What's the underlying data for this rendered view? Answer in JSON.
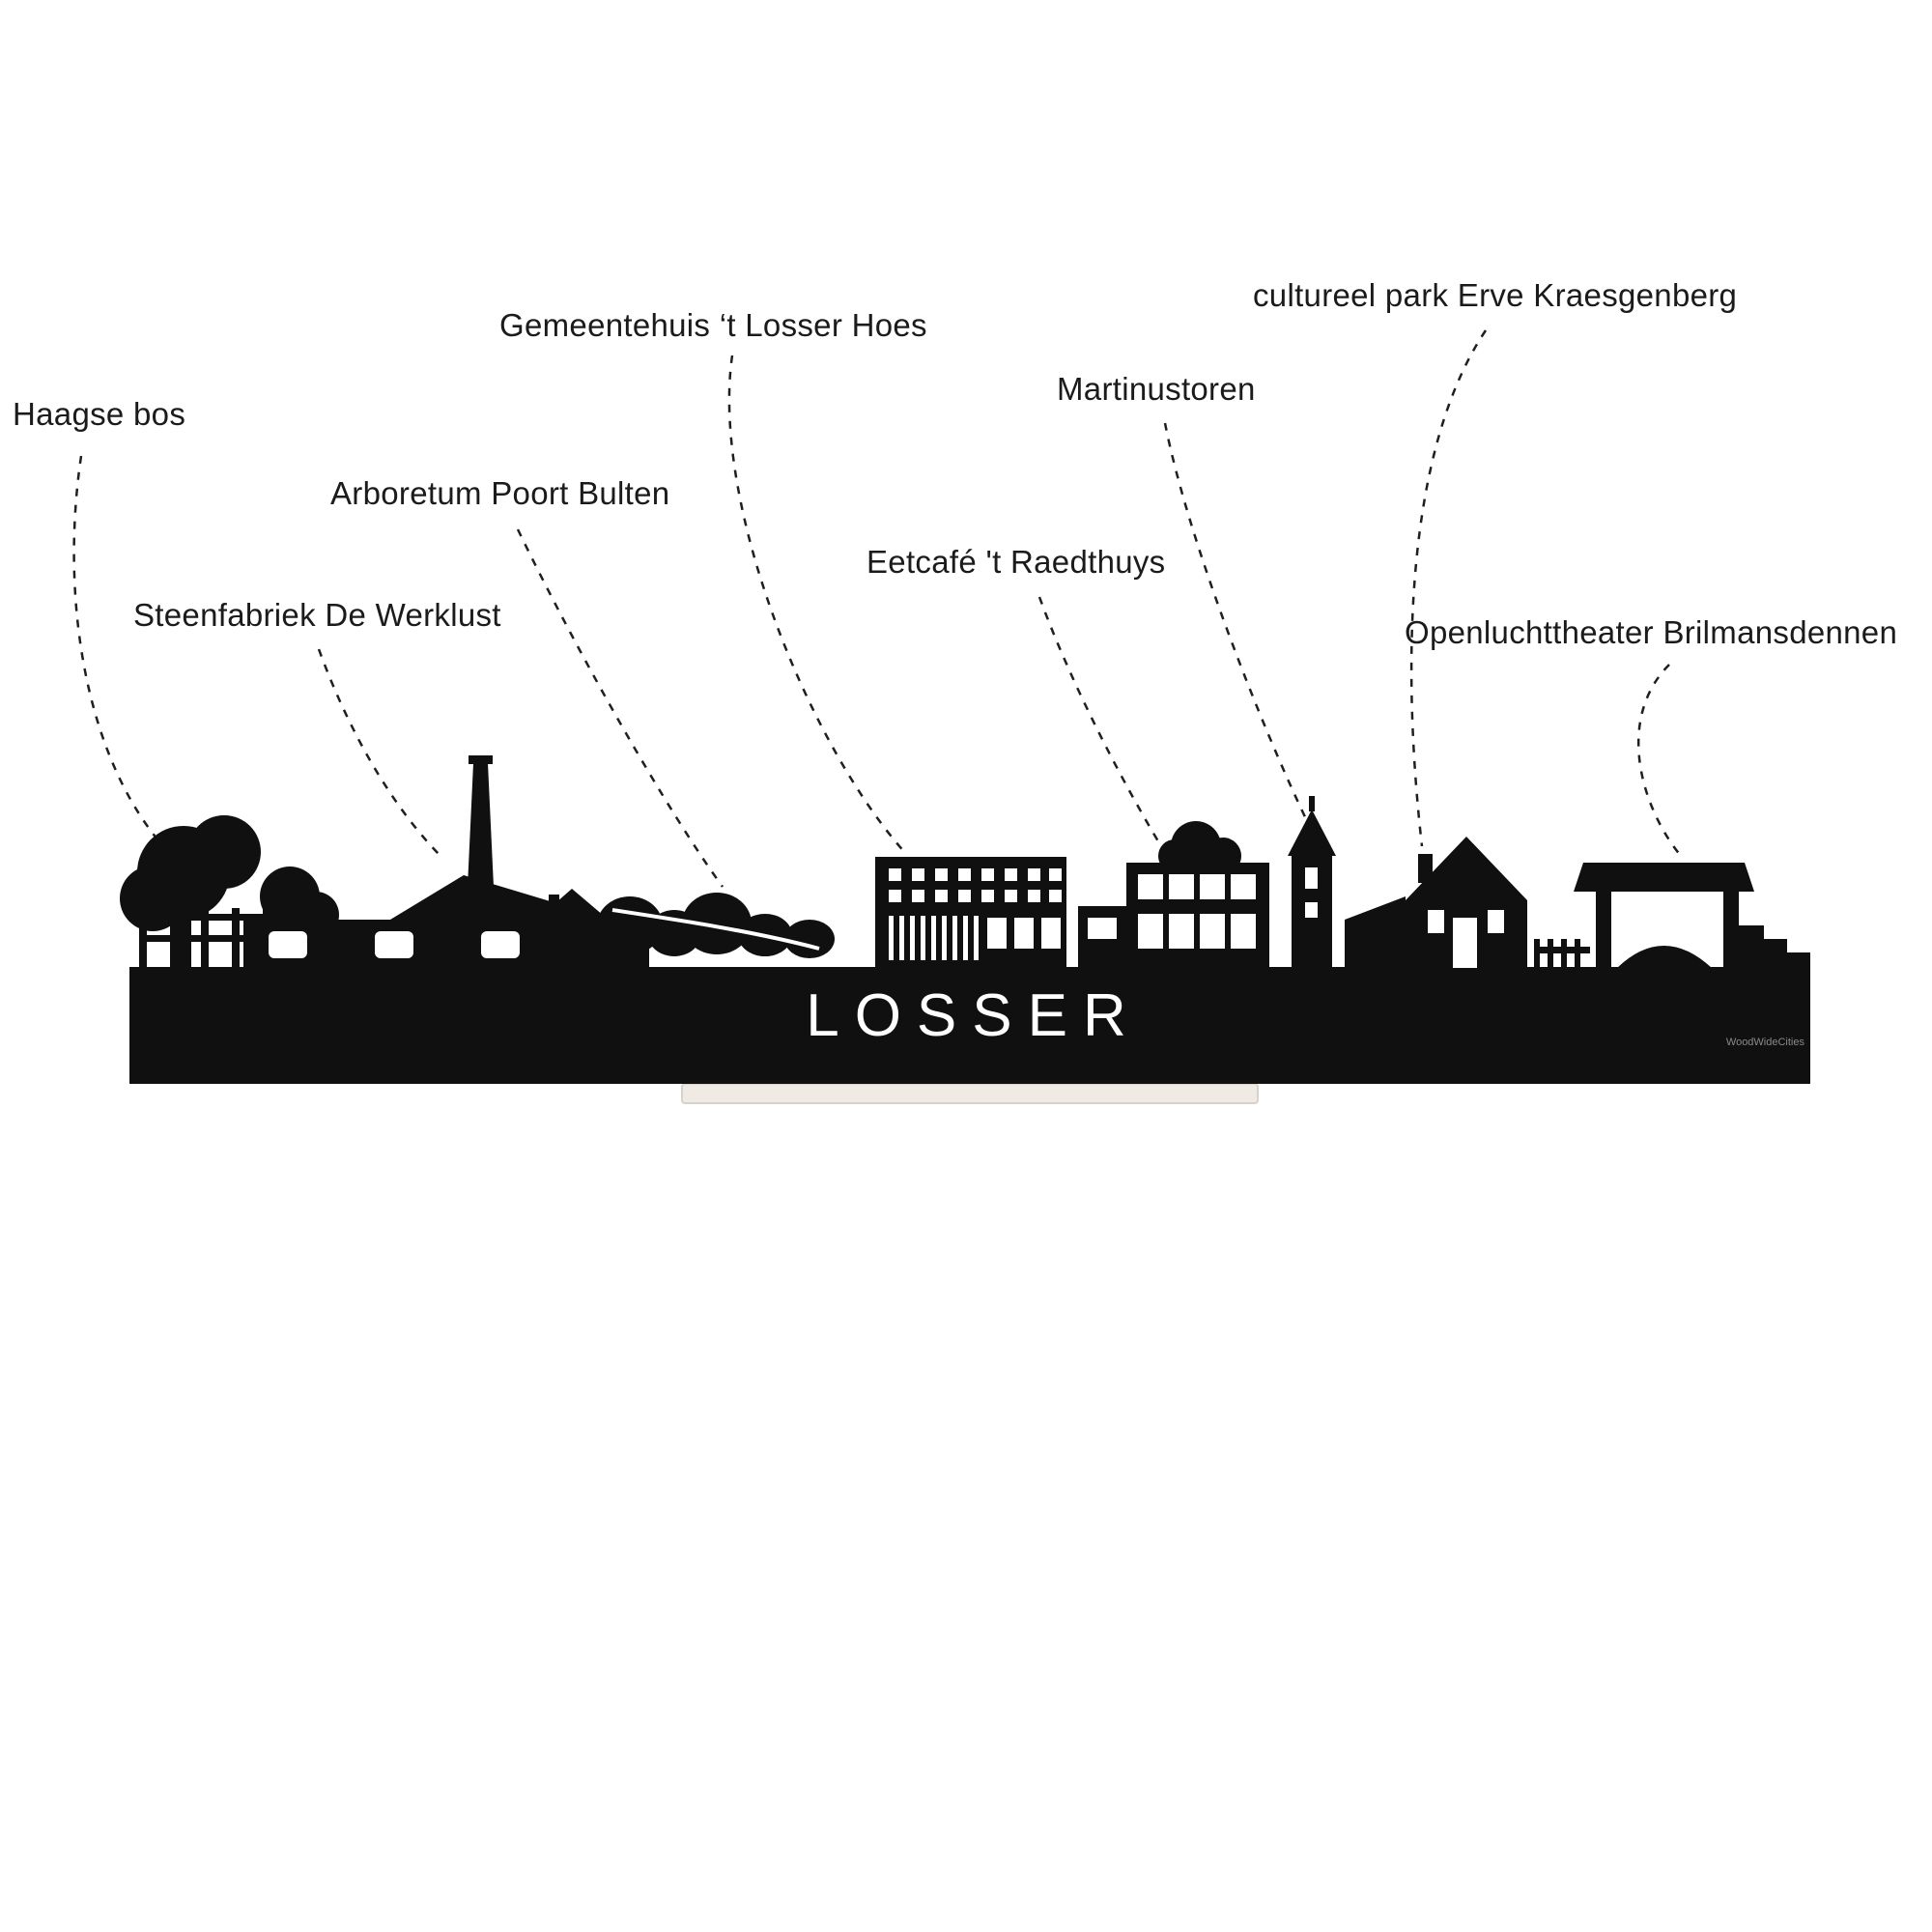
{
  "page": {
    "background_color": "#ffffff",
    "text_color": "#1b1b1b"
  },
  "labels": [
    {
      "id": "haagse-bos",
      "text": "Haagse bos"
    },
    {
      "id": "gemeentehuis",
      "text": "Gemeentehuis ‘t Losser Hoes"
    },
    {
      "id": "cultureel-park",
      "text": "cultureel park Erve Kraesgenberg"
    },
    {
      "id": "martinustoren",
      "text": "Martinustoren"
    },
    {
      "id": "arboretum",
      "text": "Arboretum Poort Bulten"
    },
    {
      "id": "eetcafe",
      "text": "Eetcafé 't Raedthuys"
    },
    {
      "id": "steenfabriek",
      "text": "Steenfabriek De Werklust"
    },
    {
      "id": "openluchttheater",
      "text": "Openluchttheater Brilmansdennen"
    }
  ],
  "skyline": {
    "city_name": "LOSSER",
    "watermark": "WoodWideCities",
    "silhouette_color": "#101010",
    "stand_color": "#f0eae4",
    "leader_line_color": "#1f1f1f"
  }
}
